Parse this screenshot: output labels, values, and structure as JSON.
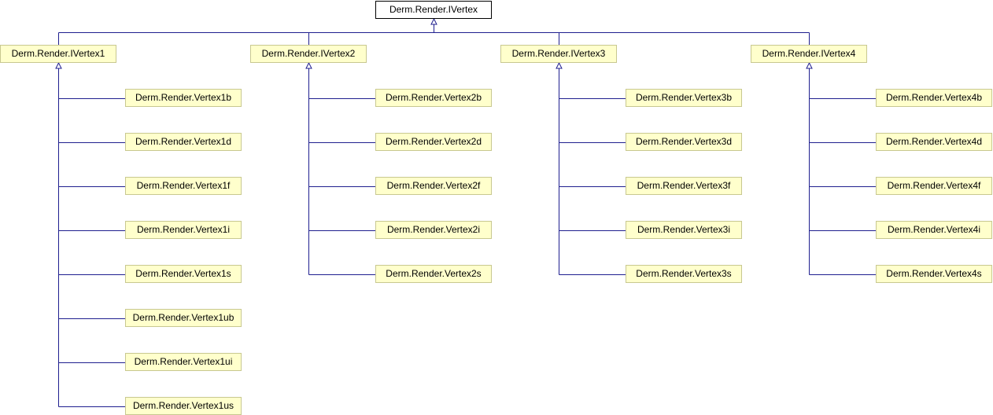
{
  "diagram": {
    "root": {
      "label": "Derm.Render.IVertex"
    },
    "interfaces": [
      {
        "label": "Derm.Render.IVertex1",
        "children": [
          "Derm.Render.Vertex1b",
          "Derm.Render.Vertex1d",
          "Derm.Render.Vertex1f",
          "Derm.Render.Vertex1i",
          "Derm.Render.Vertex1s",
          "Derm.Render.Vertex1ub",
          "Derm.Render.Vertex1ui",
          "Derm.Render.Vertex1us"
        ]
      },
      {
        "label": "Derm.Render.IVertex2",
        "children": [
          "Derm.Render.Vertex2b",
          "Derm.Render.Vertex2d",
          "Derm.Render.Vertex2f",
          "Derm.Render.Vertex2i",
          "Derm.Render.Vertex2s"
        ]
      },
      {
        "label": "Derm.Render.IVertex3",
        "children": [
          "Derm.Render.Vertex3b",
          "Derm.Render.Vertex3d",
          "Derm.Render.Vertex3f",
          "Derm.Render.Vertex3i",
          "Derm.Render.Vertex3s"
        ]
      },
      {
        "label": "Derm.Render.IVertex4",
        "children": [
          "Derm.Render.Vertex4b",
          "Derm.Render.Vertex4d",
          "Derm.Render.Vertex4f",
          "Derm.Render.Vertex4i",
          "Derm.Render.Vertex4s"
        ]
      }
    ],
    "colors": {
      "edge": "#1f1f8f",
      "node_fill": "#ffffcc",
      "node_border": "#c8c890",
      "root_border": "#000000"
    }
  }
}
